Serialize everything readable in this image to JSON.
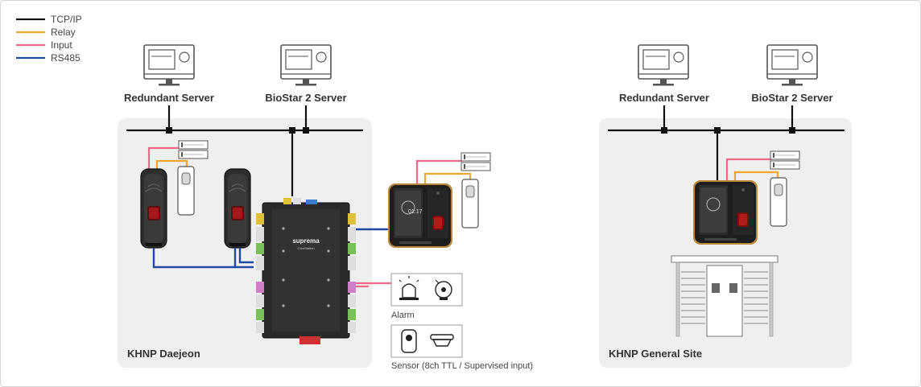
{
  "legend": {
    "items": [
      {
        "label": "TCP/IP",
        "color": "#111111"
      },
      {
        "label": "Relay",
        "color": "#f0a531"
      },
      {
        "label": "Input",
        "color": "#ef6a85"
      },
      {
        "label": "RS485",
        "color": "#1f4aa3"
      }
    ]
  },
  "servers": {
    "left_redundant": "Redundant Server",
    "left_biostar": "BioStar 2 Server",
    "right_redundant": "Redundant Server",
    "right_biostar": "BioStar 2 Server"
  },
  "sites": {
    "left": "KHNP Daejeon",
    "right": "KHNP General Site"
  },
  "peripherals": {
    "alarm": "Alarm",
    "sensor": "Sensor (8ch TTL / Supervised input)"
  },
  "controller": {
    "brand": "suprema",
    "model": "CoreStation"
  },
  "device_screen": {
    "time": "01:17"
  },
  "colors": {
    "tcpip": "#111111",
    "relay": "#f0a531",
    "input": "#ef6a85",
    "rs485": "#1f4aa3",
    "site_bg": "#efefef"
  }
}
